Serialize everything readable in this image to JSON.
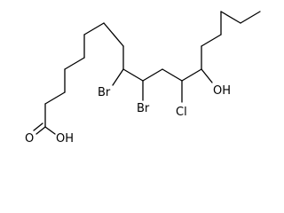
{
  "molecule": {
    "atom_labels": {
      "br_upper": "Br",
      "br_lower": "Br",
      "cl": "Cl",
      "oh_hydroxyl": "OH",
      "oh_acid": "OH",
      "o_carbonyl": "O"
    }
  }
}
